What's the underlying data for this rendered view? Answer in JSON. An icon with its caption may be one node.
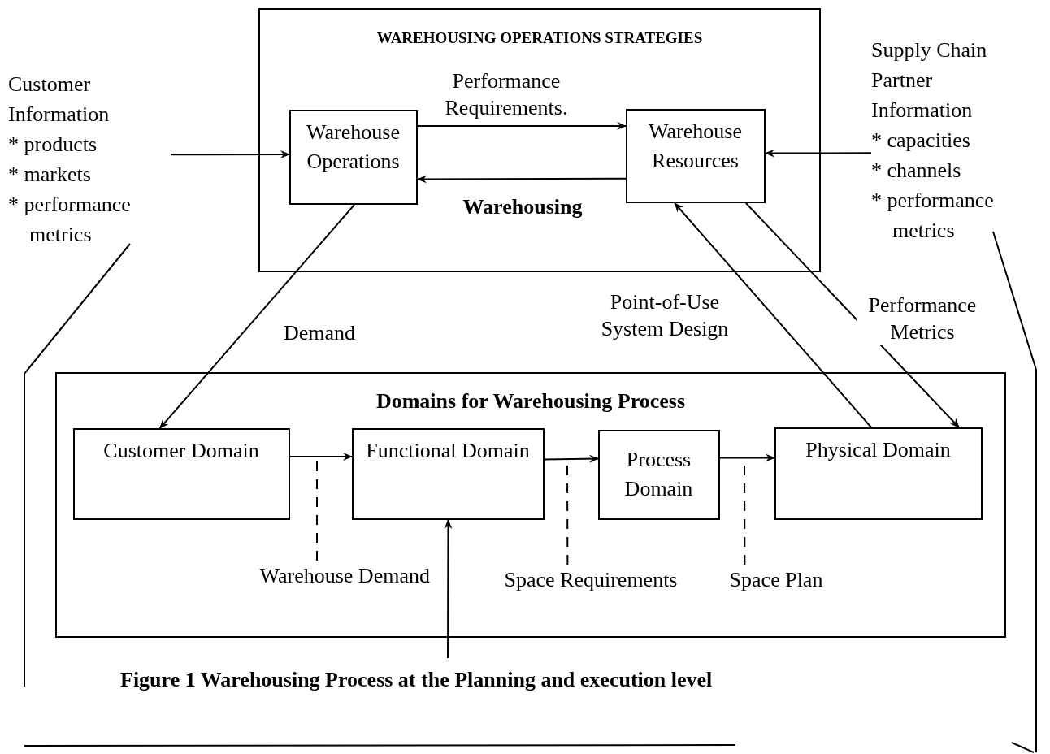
{
  "diagram": {
    "caption": "Figure 1 Warehousing Process at the Planning and execution level",
    "nodes": [
      {
        "text": [
          "WAREHOUSING OPERATIONS STRATEGIES"
        ]
      },
      {
        "text": [
          "Warehouse Operations"
        ],
        "in": 0
      },
      {
        "text": [
          "Warehouse Resources"
        ],
        "in": 0
      },
      {
        "text": [
          "Customer Information",
          "* products",
          "* markets",
          "* performance metrics"
        ]
      },
      {
        "text": [
          "Supply Chain Partner Information",
          "* capacities",
          "* channels",
          "* performance metrics"
        ]
      },
      {
        "text": [
          "Domains for Warehousing Process"
        ]
      },
      {
        "text": [
          "Customer Domain"
        ],
        "in": 5
      },
      {
        "text": [
          "Functional Domain"
        ],
        "in": 5
      },
      {
        "text": [
          "Process Domain"
        ],
        "in": 5
      },
      {
        "text": [
          "Physical Domain"
        ],
        "in": 5
      },
      {
        "text": [
          "Warehouse Demand"
        ],
        "in": 5
      },
      {
        "text": [
          "Space Requirements"
        ],
        "in": 5
      },
      {
        "text": [
          "Space Plan"
        ],
        "in": 5
      }
    ],
    "edges": [
      {
        "from": 3,
        "to": 1,
        "arrow": "to"
      },
      {
        "from": 1,
        "to": 2,
        "arrow": "to",
        "label": "Performance Requirements."
      },
      {
        "from": 2,
        "to": 1,
        "arrow": "to",
        "label": "Warehousing"
      },
      {
        "from": 4,
        "to": 2,
        "arrow": "to"
      },
      {
        "from": 1,
        "to": 6,
        "arrow": "to",
        "label": "Demand"
      },
      {
        "from": 9,
        "to": 2,
        "arrow": "to",
        "label": "Point-of-Use System Design"
      },
      {
        "from": 2,
        "to": 9,
        "arrow": "to",
        "label": "Performance Metrics"
      },
      {
        "from": 6,
        "to": 7,
        "arrow": "to"
      },
      {
        "from": 7,
        "to": 8,
        "arrow": "to"
      },
      {
        "from": 8,
        "to": 9,
        "arrow": "to"
      },
      {
        "from": null,
        "to": 7,
        "arrow": "to"
      },
      {
        "from": 10,
        "to": null,
        "arrow": "none",
        "style": "dashed"
      },
      {
        "from": 11,
        "to": null,
        "arrow": "none",
        "style": "dashed"
      },
      {
        "from": 12,
        "to": null,
        "arrow": "none",
        "style": "dashed"
      }
    ]
  }
}
